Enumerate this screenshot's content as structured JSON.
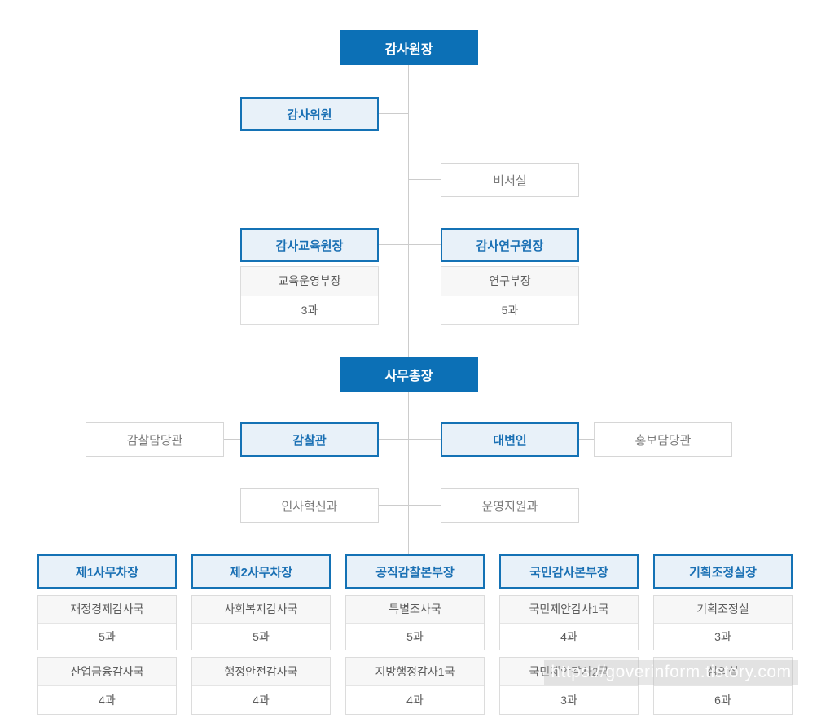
{
  "org": {
    "chairman": {
      "label": "감사원장"
    },
    "commissioners": {
      "label": "감사위원"
    },
    "secretary_office": {
      "label": "비서실"
    },
    "edu": {
      "label": "감사교육원장",
      "sub1": "교육운영부장",
      "sub2": "3과"
    },
    "research": {
      "label": "감사연구원장",
      "sub1": "연구부장",
      "sub2": "5과"
    },
    "secretary_general": {
      "label": "사무총장"
    },
    "inspection_officer": {
      "label": "감찰담당관"
    },
    "inspector_general": {
      "label": "감찰관"
    },
    "spokesperson": {
      "label": "대변인"
    },
    "pr_officer": {
      "label": "홍보담당관"
    },
    "hr_innovation": {
      "label": "인사혁신과"
    },
    "operation_support": {
      "label": "운영지원과"
    },
    "columns": [
      {
        "head": "제1사무차장",
        "g1a": "재정경제감사국",
        "g1b": "5과",
        "g2a": "산업금융감사국",
        "g2b": "4과"
      },
      {
        "head": "제2사무차장",
        "g1a": "사회복지감사국",
        "g1b": "5과",
        "g2a": "행정안전감사국",
        "g2b": "4과"
      },
      {
        "head": "공직감찰본부장",
        "g1a": "특별조사국",
        "g1b": "5과",
        "g2a": "지방행정감사1국",
        "g2b": "4과"
      },
      {
        "head": "국민감사본부장",
        "g1a": "국민제안감사1국",
        "g1b": "4과",
        "g2a": "국민제안감사2국",
        "g2b": "3과"
      },
      {
        "head": "기획조정실장",
        "g1a": "기획조정실",
        "g1b": "3과",
        "g2a": "심의실",
        "g2b": "6과"
      }
    ]
  },
  "watermark": {
    "text": "https://goverinform.tistory.com"
  },
  "colors": {
    "primary_blue": "#0c70b6",
    "light_blue_fill": "#e8f1f9",
    "blue_border": "#1472b5",
    "blue_text": "#1a70b4",
    "gray_border": "#d6d6d6",
    "gray_cell_bg": "#f7f7f7",
    "gray_text": "#5c5c5c",
    "connector_line": "#cccccc"
  }
}
